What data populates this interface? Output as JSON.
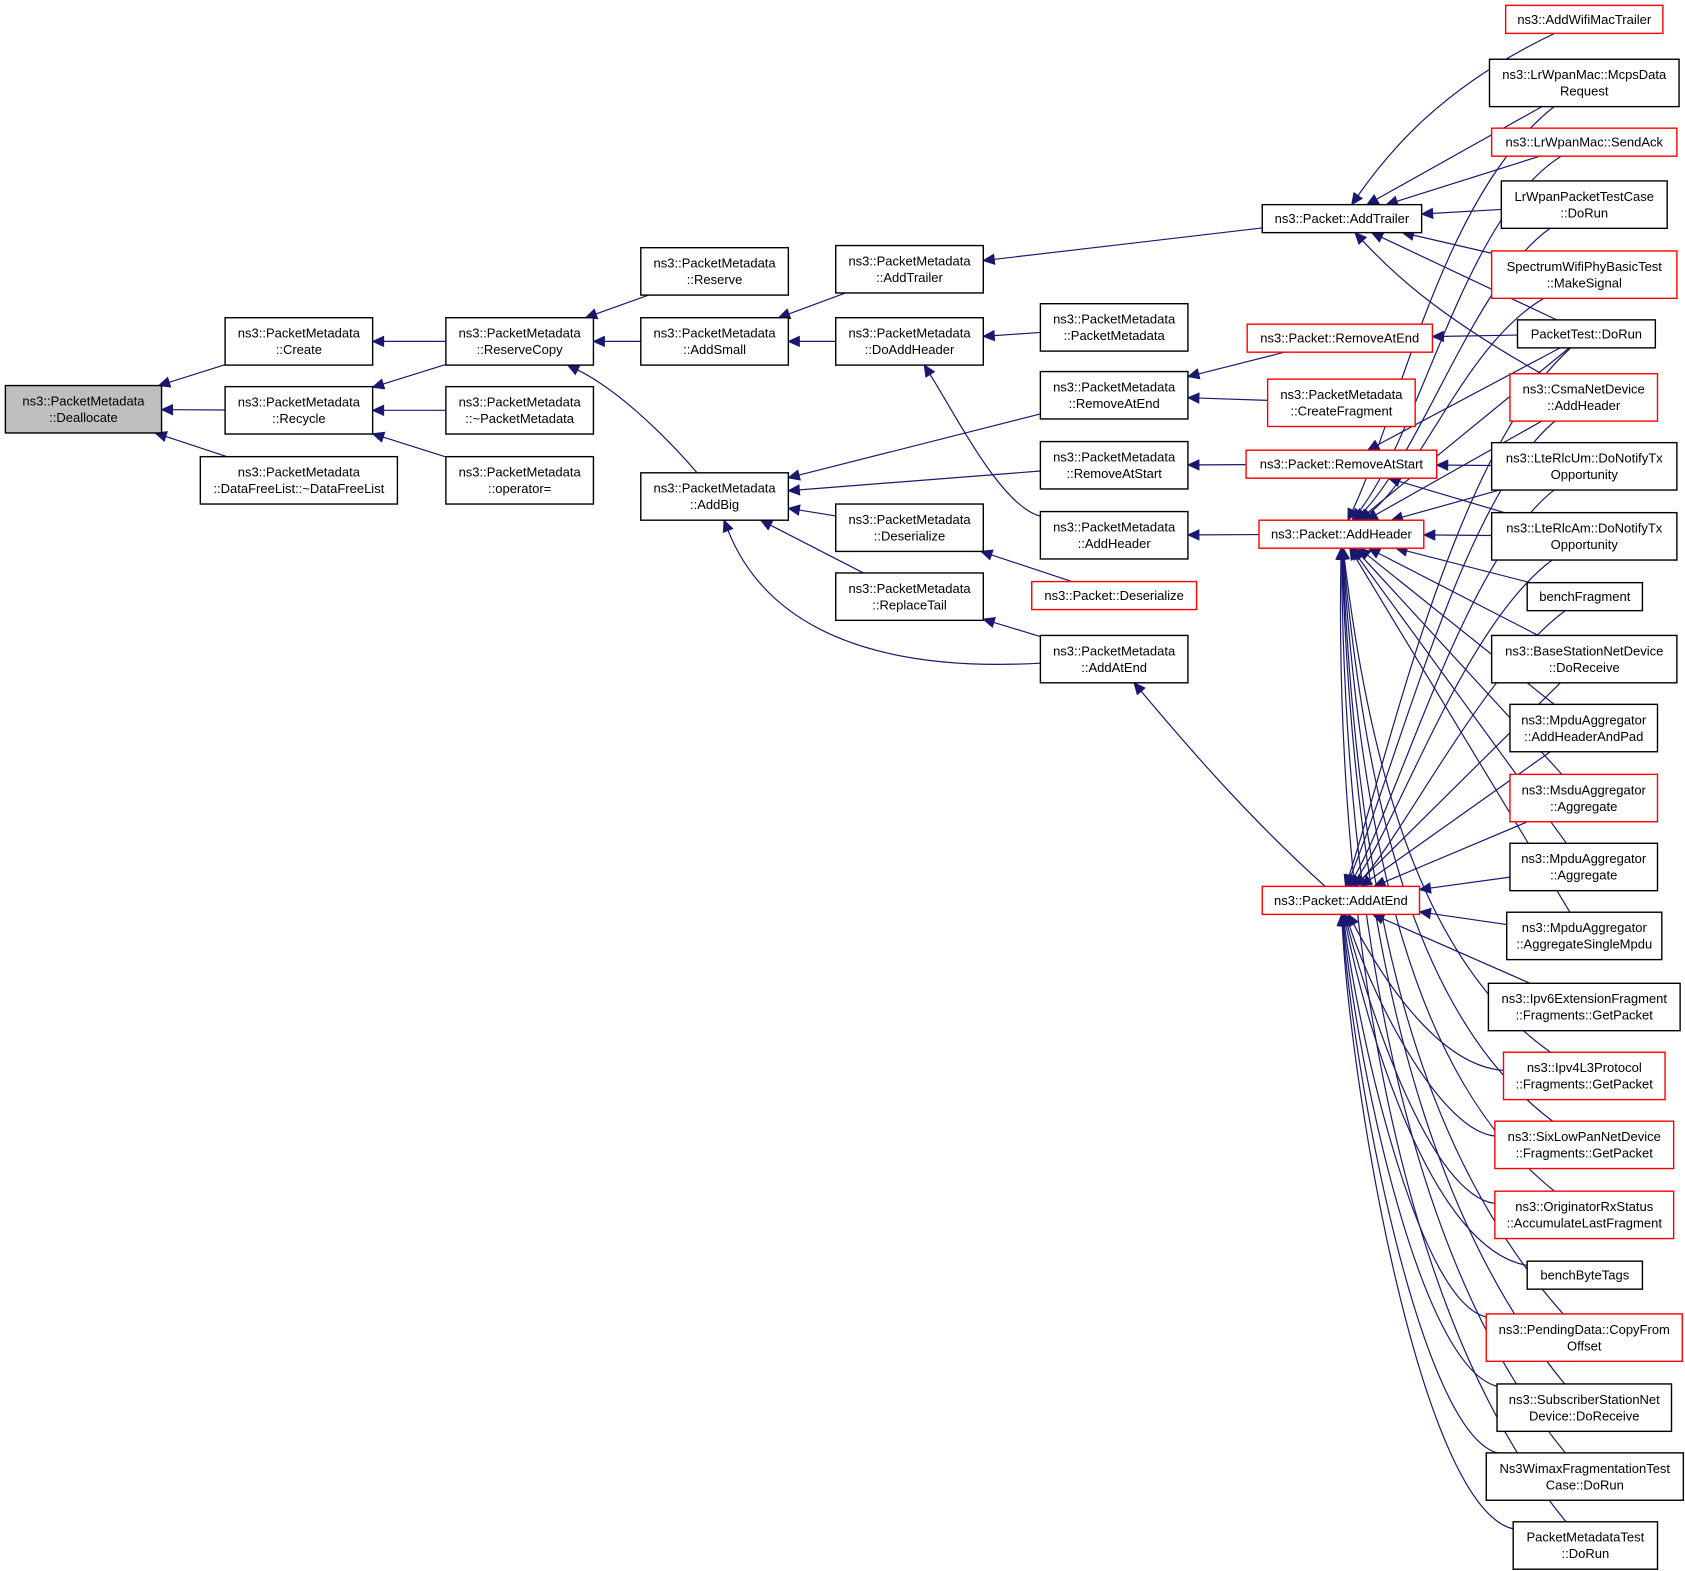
{
  "nodes": [
    {
      "id": "root",
      "lines": [
        "ns3::PacketMetadata",
        "::Deallocate"
      ]
    },
    {
      "id": "create",
      "lines": [
        "ns3::PacketMetadata",
        "::Create"
      ]
    },
    {
      "id": "recycle",
      "lines": [
        "ns3::PacketMetadata",
        "::Recycle"
      ]
    },
    {
      "id": "dfl",
      "lines": [
        "ns3::PacketMetadata",
        "::DataFreeList::~DataFreeList"
      ]
    },
    {
      "id": "reservecopy",
      "lines": [
        "ns3::PacketMetadata",
        "::ReserveCopy"
      ]
    },
    {
      "id": "dtor",
      "lines": [
        "ns3::PacketMetadata",
        "::~PacketMetadata"
      ]
    },
    {
      "id": "opeq",
      "lines": [
        "ns3::PacketMetadata",
        "::operator="
      ]
    },
    {
      "id": "reserve",
      "lines": [
        "ns3::PacketMetadata",
        "::Reserve"
      ]
    },
    {
      "id": "addsmall",
      "lines": [
        "ns3::PacketMetadata",
        "::AddSmall"
      ]
    },
    {
      "id": "addbig",
      "lines": [
        "ns3::PacketMetadata",
        "::AddBig"
      ]
    },
    {
      "id": "addtrailer",
      "lines": [
        "ns3::PacketMetadata",
        "::AddTrailer"
      ]
    },
    {
      "id": "doaddheader",
      "lines": [
        "ns3::PacketMetadata",
        "::DoAddHeader"
      ]
    },
    {
      "id": "deserialize",
      "lines": [
        "ns3::PacketMetadata",
        "::Deserialize"
      ]
    },
    {
      "id": "replacetail",
      "lines": [
        "ns3::PacketMetadata",
        "::ReplaceTail"
      ]
    },
    {
      "id": "pmctor",
      "lines": [
        "ns3::PacketMetadata",
        "::PacketMetadata"
      ]
    },
    {
      "id": "removeatend",
      "lines": [
        "ns3::PacketMetadata",
        "::RemoveAtEnd"
      ]
    },
    {
      "id": "removeatstart",
      "lines": [
        "ns3::PacketMetadata",
        "::RemoveAtStart"
      ]
    },
    {
      "id": "addheader",
      "lines": [
        "ns3::PacketMetadata",
        "::AddHeader"
      ]
    },
    {
      "id": "addatend",
      "lines": [
        "ns3::PacketMetadata",
        "::AddAtEnd"
      ]
    },
    {
      "id": "p_deserialize",
      "lines": [
        "ns3::Packet::Deserialize"
      ]
    },
    {
      "id": "p_addtrailer",
      "lines": [
        "ns3::Packet::AddTrailer"
      ]
    },
    {
      "id": "p_removeatend",
      "lines": [
        "ns3::Packet::RemoveAtEnd"
      ]
    },
    {
      "id": "pm_createfragment",
      "lines": [
        "ns3::PacketMetadata",
        "::CreateFragment"
      ]
    },
    {
      "id": "p_removeatstart",
      "lines": [
        "ns3::Packet::RemoveAtStart"
      ]
    },
    {
      "id": "p_addheader",
      "lines": [
        "ns3::Packet::AddHeader"
      ]
    },
    {
      "id": "p_addatend",
      "lines": [
        "ns3::Packet::AddAtEnd"
      ]
    },
    {
      "id": "r_addwifimactrailer",
      "lines": [
        "ns3::AddWifiMacTrailer"
      ]
    },
    {
      "id": "r_mcpsdatarequest",
      "lines": [
        "ns3::LrWpanMac::McpsData",
        "Request"
      ]
    },
    {
      "id": "r_sendack",
      "lines": [
        "ns3::LrWpanMac::SendAck"
      ]
    },
    {
      "id": "r_lrwpantest",
      "lines": [
        "LrWpanPacketTestCase",
        "::DoRun"
      ]
    },
    {
      "id": "r_spectrum",
      "lines": [
        "SpectrumWifiPhyBasicTest",
        "::MakeSignal"
      ]
    },
    {
      "id": "r_packettest",
      "lines": [
        "PacketTest::DoRun"
      ]
    },
    {
      "id": "r_csma",
      "lines": [
        "ns3::CsmaNetDevice",
        "::AddHeader"
      ]
    },
    {
      "id": "r_lterlcum",
      "lines": [
        "ns3::LteRlcUm::DoNotifyTx",
        "Opportunity"
      ]
    },
    {
      "id": "r_lterlcam",
      "lines": [
        "ns3::LteRlcAm::DoNotifyTx",
        "Opportunity"
      ]
    },
    {
      "id": "r_benchfragment",
      "lines": [
        "benchFragment"
      ]
    },
    {
      "id": "r_bsnd",
      "lines": [
        "ns3::BaseStationNetDevice",
        "::DoReceive"
      ]
    },
    {
      "id": "r_mpdu_ahp",
      "lines": [
        "ns3::MpduAggregator",
        "::AddHeaderAndPad"
      ]
    },
    {
      "id": "r_msdu_agg",
      "lines": [
        "ns3::MsduAggregator",
        "::Aggregate"
      ]
    },
    {
      "id": "r_mpdu_agg",
      "lines": [
        "ns3::MpduAggregator",
        "::Aggregate"
      ]
    },
    {
      "id": "r_mpdu_asm",
      "lines": [
        "ns3::MpduAggregator",
        "::AggregateSingleMpdu"
      ]
    },
    {
      "id": "r_ipv6frag",
      "lines": [
        "ns3::Ipv6ExtensionFragment",
        "::Fragments::GetPacket"
      ]
    },
    {
      "id": "r_ipv4l3",
      "lines": [
        "ns3::Ipv4L3Protocol",
        "::Fragments::GetPacket"
      ]
    },
    {
      "id": "r_sixlowpan",
      "lines": [
        "ns3::SixLowPanNetDevice",
        "::Fragments::GetPacket"
      ]
    },
    {
      "id": "r_originator",
      "lines": [
        "ns3::OriginatorRxStatus",
        "::AccumulateLastFragment"
      ]
    },
    {
      "id": "r_benchbytetags",
      "lines": [
        "benchByteTags"
      ]
    },
    {
      "id": "r_pendingdata",
      "lines": [
        "ns3::PendingData::CopyFrom",
        "Offset"
      ]
    },
    {
      "id": "r_ssnd",
      "lines": [
        "ns3::SubscriberStationNet",
        "Device::DoReceive"
      ]
    },
    {
      "id": "r_wimaxfrag",
      "lines": [
        "Ns3WimaxFragmentationTest",
        "Case::DoRun"
      ]
    },
    {
      "id": "r_pmtest",
      "lines": [
        "PacketMetadataTest",
        "::DoRun"
      ]
    }
  ]
}
